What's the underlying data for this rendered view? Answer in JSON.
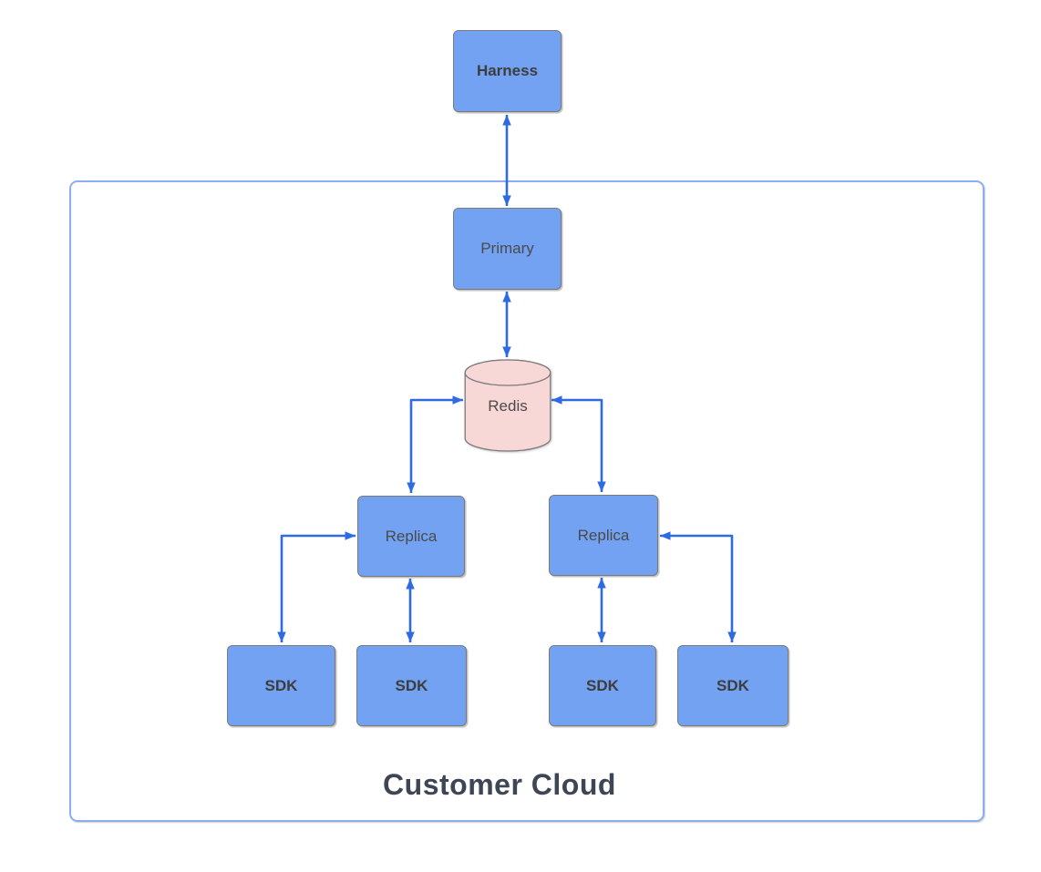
{
  "diagram": {
    "container": {
      "label": "Customer Cloud"
    },
    "nodes": {
      "harness": {
        "label": "Harness",
        "shape": "rectangle",
        "fill": "#73A2F2"
      },
      "primary": {
        "label": "Primary",
        "shape": "rectangle",
        "fill": "#73A2F2"
      },
      "redis": {
        "label": "Redis",
        "shape": "database-cylinder",
        "fill": "#F8D8D6"
      },
      "replica_left": {
        "label": "Replica",
        "shape": "rectangle",
        "fill": "#73A2F2"
      },
      "replica_right": {
        "label": "Replica",
        "shape": "rectangle",
        "fill": "#73A2F2"
      },
      "sdk_1": {
        "label": "SDK",
        "shape": "rectangle",
        "fill": "#73A2F2"
      },
      "sdk_2": {
        "label": "SDK",
        "shape": "rectangle",
        "fill": "#73A2F2"
      },
      "sdk_3": {
        "label": "SDK",
        "shape": "rectangle",
        "fill": "#73A2F2"
      },
      "sdk_4": {
        "label": "SDK",
        "shape": "rectangle",
        "fill": "#73A2F2"
      }
    },
    "edges": [
      {
        "from": "Harness",
        "to": "Primary",
        "direction": "bidirectional"
      },
      {
        "from": "Primary",
        "to": "Redis",
        "direction": "bidirectional"
      },
      {
        "from": "Redis",
        "to": "Replica (left)",
        "direction": "bidirectional"
      },
      {
        "from": "Redis",
        "to": "Replica (right)",
        "direction": "bidirectional"
      },
      {
        "from": "Replica (left)",
        "to": "SDK 1",
        "direction": "bidirectional"
      },
      {
        "from": "Replica (left)",
        "to": "SDK 2",
        "direction": "bidirectional"
      },
      {
        "from": "Replica (right)",
        "to": "SDK 3",
        "direction": "bidirectional"
      },
      {
        "from": "Replica (right)",
        "to": "SDK 4",
        "direction": "bidirectional"
      }
    ],
    "colors": {
      "node_fill": "#73A2F2",
      "node_border": "#7A7A7A",
      "database_fill": "#F8D8D6",
      "database_border": "#7A7A7A",
      "connector": "#2E6BE2",
      "container_border": "#8BAEF3",
      "node_label_text": "#4A4A4A",
      "container_label_text": "#3E4656"
    }
  }
}
